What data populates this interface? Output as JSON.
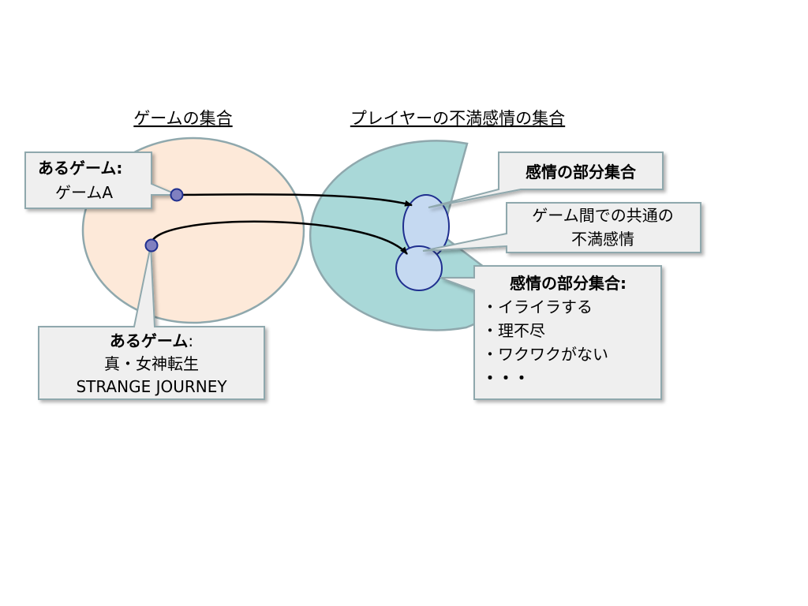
{
  "titles": {
    "game_set": "ゲームの集合",
    "player_set": "プレイヤーの不満感情の集合"
  },
  "callouts": {
    "game_a": {
      "heading": "あるゲーム:",
      "body": "ゲームA"
    },
    "sj": {
      "heading": "あるゲーム",
      "heading_suffix": ":",
      "line1": "真・女神転生",
      "line2": "STRANGE JOURNEY"
    },
    "subset_top": {
      "label": "感情の部分集合"
    },
    "common": {
      "line1": "ゲーム間での共通の",
      "line2": "不満感情"
    },
    "subset_list": {
      "heading": "感情の部分集合:",
      "items": [
        "・イライラする",
        "・理不尽",
        "・ワクワクがない",
        "・・・"
      ]
    }
  },
  "colors": {
    "game_set_fill": "#fde9d9",
    "player_set_fill": "#a9d8d8",
    "set_stroke": "#8fa8ad",
    "subset_fill": "#c5d9f1",
    "subset_stroke": "#1f2f8f",
    "point_fill": "#8080c0",
    "callout_fill": "#efefef"
  }
}
